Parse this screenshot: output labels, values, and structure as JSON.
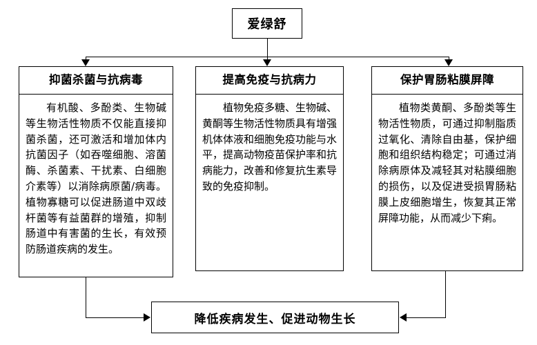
{
  "diagram": {
    "root": {
      "label": "爱绿舒"
    },
    "branches": [
      {
        "id": "antibacterial-antiviral",
        "header": "抑菌杀菌与抗病毒",
        "body": "有机酸、多酚类、生物碱等生物活性物质不仅能直接抑菌杀菌，还可激活和增加体内抗菌因子（如吞噬细胞、溶菌酶、杀菌素、干扰素、白细胞介素等）以消除病原菌/病毒。植物寡糖可以促进肠道中双歧杆菌等有益菌群的增殖，抑制肠道中有害菌的生长，有效预防肠道疾病的发生。"
      },
      {
        "id": "immunity-disease-resistance",
        "header": "提高免疫与抗病力",
        "body": "植物免疫多糖、生物碱、黄酮等生物活性物质具有增强机体体液和细胞免疫功能与水平，提高动物疫苗保护率和抗病能力，改善和修复抗生素导致的免疫抑制。"
      },
      {
        "id": "gastrointestinal-mucosal-barrier",
        "header": "保护胃肠粘膜屏障",
        "body": "植物类黄酮、多酚类等生物活性物质，可通过抑制脂质过氧化、清除自由基，保护细胞和组织结构稳定；可通过消除病原体及减轻其对粘膜细胞的损伤，以及促进受损胃肠粘膜上皮细胞增生，恢复其正常屏障功能，从而减少下痢。"
      }
    ],
    "outcome": {
      "label": "降低疾病发生、促进动物生长"
    },
    "style": {
      "line_color": "#000000",
      "background": "#ffffff",
      "text_color": "#000000"
    }
  }
}
